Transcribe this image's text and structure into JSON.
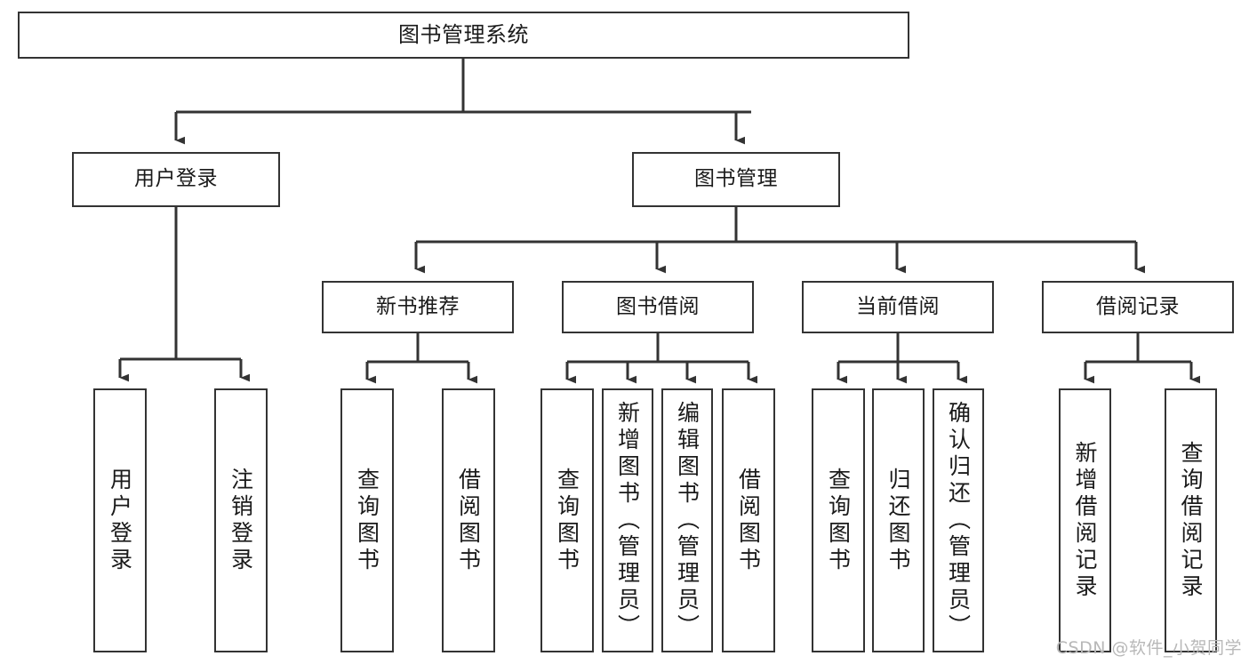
{
  "diagram": {
    "title": "图书管理系统",
    "type": "tree",
    "watermark": "CSDN @软件_小贺同学",
    "colors": {
      "stroke": "#333333",
      "fill": "#ffffff",
      "text": "#1a1a1a",
      "watermark": "#b8b8b8"
    },
    "levels": {
      "root": {
        "label": "图书管理系统"
      },
      "level2": [
        {
          "label": "用户登录"
        },
        {
          "label": "图书管理"
        }
      ],
      "level3": [
        {
          "label": "新书推荐"
        },
        {
          "label": "图书借阅"
        },
        {
          "label": "当前借阅"
        },
        {
          "label": "借阅记录"
        }
      ],
      "leaves": {
        "user_login": [
          {
            "label": "用户登录"
          },
          {
            "label": "注销登录"
          }
        ],
        "new_book_recommend": [
          {
            "label": "查询图书"
          },
          {
            "label": "借阅图书"
          }
        ],
        "book_borrow": [
          {
            "label": "查询图书"
          },
          {
            "label": "新增图书（管理员）"
          },
          {
            "label": "编辑图书（管理员）"
          },
          {
            "label": "借阅图书"
          }
        ],
        "current_borrow": [
          {
            "label": "查询图书"
          },
          {
            "label": "归还图书"
          },
          {
            "label": "确认归还（管理员）"
          }
        ],
        "borrow_record": [
          {
            "label": "新增借阅记录"
          },
          {
            "label": "查询借阅记录"
          }
        ]
      }
    }
  }
}
